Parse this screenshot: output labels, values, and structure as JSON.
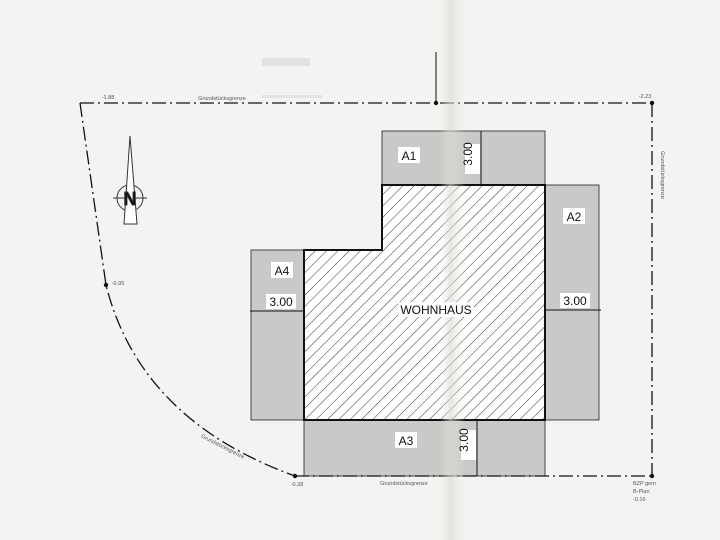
{
  "plan": {
    "building_label": "WOHNHAUS",
    "north_label": "N",
    "zones": [
      {
        "id": "A1",
        "label": "A1",
        "distance": "3.00"
      },
      {
        "id": "A2",
        "label": "A2",
        "distance": "3.00"
      },
      {
        "id": "A3",
        "label": "A3",
        "distance": "3.00"
      },
      {
        "id": "A4",
        "label": "A4",
        "distance": "3.00"
      }
    ],
    "boundary": {
      "label_top": "Grundstücksgrenze",
      "label_right": "Grundstücksgrenze",
      "label_bottom": "Grundstücksgrenze",
      "label_curve": "Grundstücksgrenze"
    },
    "elevations": {
      "top_left": "-1.88",
      "top_right": "-2.23",
      "left_mid": "-0.95",
      "bottom_left": "-0.38",
      "bottom_right_line1": "BZP gem",
      "bottom_right_line2": "B-Plan",
      "bottom_right_line3": "-0.16"
    },
    "colors": {
      "paper": "#f3f3f1",
      "zone_fill": "#c9c9c7",
      "line": "#111111",
      "hatch": "#333333",
      "fold": "#e2e1dc"
    }
  }
}
